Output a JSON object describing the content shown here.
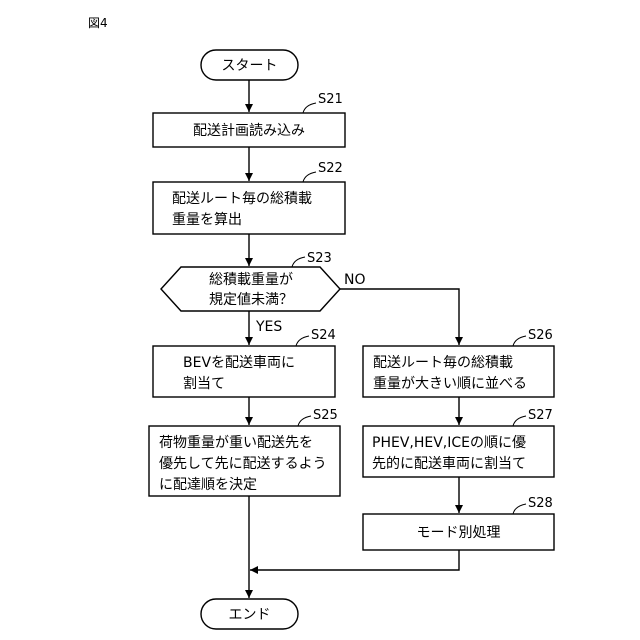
{
  "figure_label": "図4",
  "nodes": {
    "start": {
      "text": [
        "スタート"
      ]
    },
    "s21": {
      "step": "S21",
      "text": [
        "配送計画読み込み"
      ]
    },
    "s22": {
      "step": "S22",
      "text": [
        "配送ルート毎の総積載",
        "重量を算出"
      ]
    },
    "s23": {
      "step": "S23",
      "text": [
        "総積載重量が",
        "規定値未満？"
      ]
    },
    "s24": {
      "step": "S24",
      "text": [
        "BEVを配送車両に",
        "割当て"
      ]
    },
    "s25": {
      "step": "S25",
      "text": [
        "荷物重量が重い配送先を",
        "優先して先に配送するよう",
        "に配達順を決定"
      ]
    },
    "s26": {
      "step": "S26",
      "text": [
        "配送ルート毎の総積載",
        "重量が大きい順に並べる"
      ]
    },
    "s27": {
      "step": "S27",
      "text": [
        "PHEV,HEV,ICEの順に優",
        "先的に配送車両に割当て"
      ]
    },
    "s28": {
      "step": "S28",
      "text": [
        "モード別処理"
      ]
    },
    "end": {
      "text": [
        "エンド"
      ]
    }
  },
  "branches": {
    "yes": "YES",
    "no": "NO"
  }
}
